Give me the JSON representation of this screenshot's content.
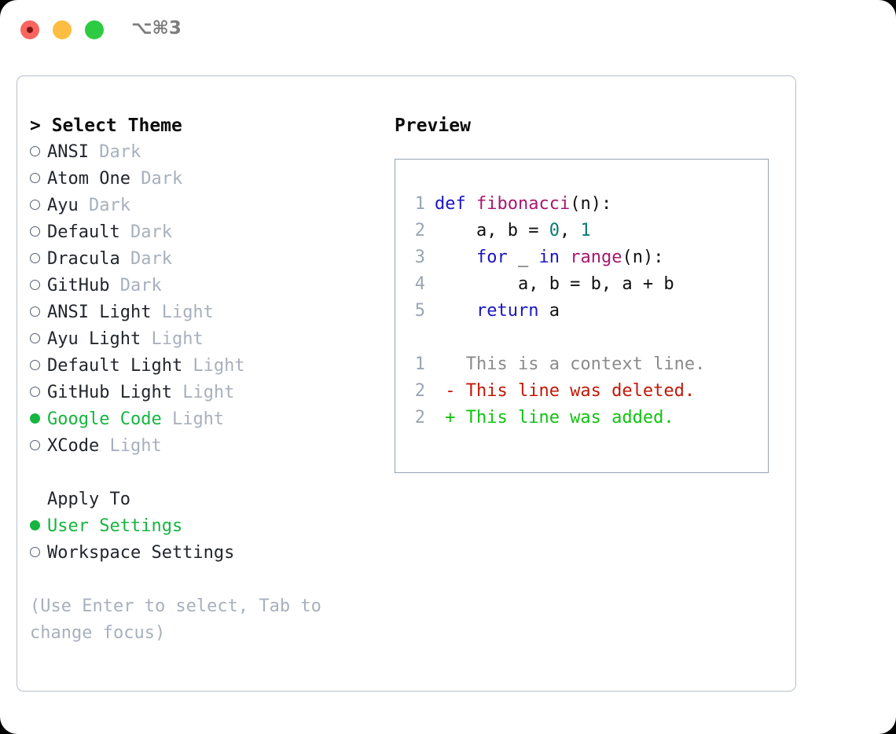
{
  "titlebar": {
    "shortcut": "⌥⌘3",
    "buttons": [
      "close",
      "minimize",
      "maximize"
    ]
  },
  "left_pane": {
    "title": "> Select Theme",
    "themes": [
      {
        "name": "ANSI",
        "tag": "Dark",
        "selected": false
      },
      {
        "name": "Atom One",
        "tag": "Dark",
        "selected": false
      },
      {
        "name": "Ayu",
        "tag": "Dark",
        "selected": false
      },
      {
        "name": "Default",
        "tag": "Dark",
        "selected": false
      },
      {
        "name": "Dracula",
        "tag": "Dark",
        "selected": false
      },
      {
        "name": "GitHub",
        "tag": "Dark",
        "selected": false
      },
      {
        "name": "ANSI Light",
        "tag": "Light",
        "selected": false
      },
      {
        "name": "Ayu Light",
        "tag": "Light",
        "selected": false
      },
      {
        "name": "Default Light",
        "tag": "Light",
        "selected": false
      },
      {
        "name": "GitHub Light",
        "tag": "Light",
        "selected": false
      },
      {
        "name": "Google Code",
        "tag": "Light",
        "selected": true
      },
      {
        "name": "XCode",
        "tag": "Light",
        "selected": false
      }
    ],
    "apply_to_label": "Apply To",
    "apply_to_options": [
      {
        "name": "User Settings",
        "selected": true
      },
      {
        "name": "Workspace Settings",
        "selected": false
      }
    ],
    "hint": "(Use Enter to select, Tab to change focus)"
  },
  "right_pane": {
    "title": "Preview",
    "code_lines": [
      {
        "lineno": "1",
        "tokens": [
          {
            "text": "def ",
            "kind": "kw"
          },
          {
            "text": "fibonacci",
            "kind": "fn"
          },
          {
            "text": "(n):",
            "kind": "pl"
          }
        ]
      },
      {
        "lineno": "2",
        "tokens": [
          {
            "text": "    a, b = ",
            "kind": "pl"
          },
          {
            "text": "0",
            "kind": "num"
          },
          {
            "text": ", ",
            "kind": "pl"
          },
          {
            "text": "1",
            "kind": "num"
          }
        ]
      },
      {
        "lineno": "3",
        "tokens": [
          {
            "text": "    for ",
            "kind": "kw"
          },
          {
            "text": "_ ",
            "kind": "pl"
          },
          {
            "text": "in ",
            "kind": "kw"
          },
          {
            "text": "range",
            "kind": "fn"
          },
          {
            "text": "(n):",
            "kind": "pl"
          }
        ]
      },
      {
        "lineno": "4",
        "tokens": [
          {
            "text": "        a, b = b, a + b",
            "kind": "pl"
          }
        ]
      },
      {
        "lineno": "5",
        "tokens": [
          {
            "text": "    return ",
            "kind": "kw"
          },
          {
            "text": "a",
            "kind": "pl"
          }
        ]
      }
    ],
    "diff_lines": [
      {
        "lineno": "1",
        "marker": "  ",
        "text": "This is a context line.",
        "kind": "ctx"
      },
      {
        "lineno": "2",
        "marker": "- ",
        "text": "This line was deleted.",
        "kind": "del"
      },
      {
        "lineno": "2",
        "marker": "+ ",
        "text": "This line was added.",
        "kind": "add"
      }
    ]
  },
  "colors": {
    "accent_green": "#15b540",
    "muted": "#a8b0bd",
    "keyword": "#1a16c4",
    "function": "#a7186f",
    "number": "#0b7a73",
    "diff_delete": "#c21807",
    "diff_add": "#11c211",
    "border": "#94a1b2"
  }
}
